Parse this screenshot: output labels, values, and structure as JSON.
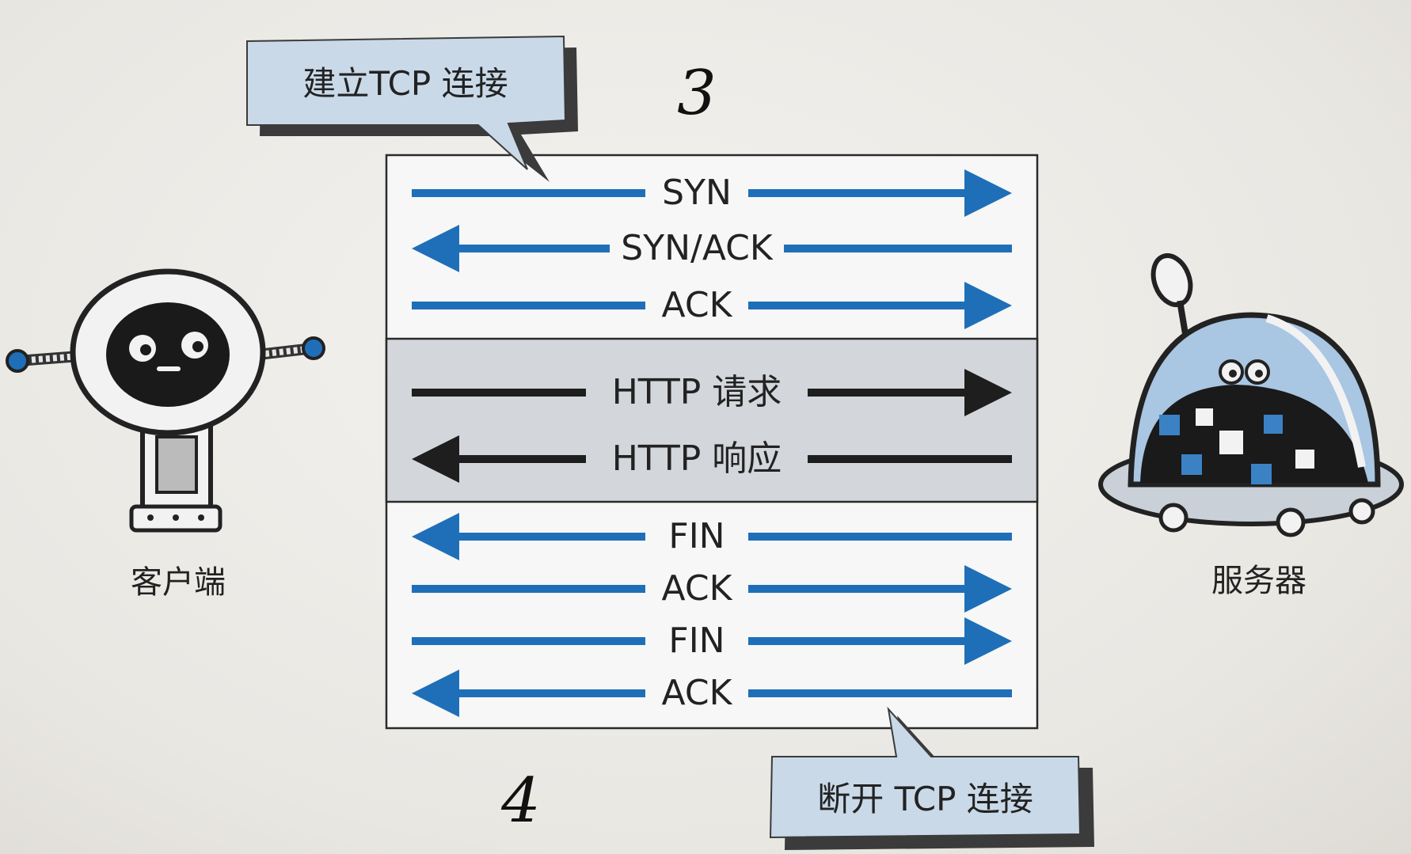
{
  "callouts": {
    "establish": "建立TCP 连接",
    "close": "断开 TCP 连接"
  },
  "actors": {
    "client": "客户端",
    "server": "服务器"
  },
  "handwriting": {
    "top": "3",
    "bottom": "4"
  },
  "messages": [
    {
      "label": "SYN",
      "direction": "to-server",
      "section": "handshake"
    },
    {
      "label": "SYN/ACK",
      "direction": "to-client",
      "section": "handshake"
    },
    {
      "label": "ACK",
      "direction": "to-server",
      "section": "handshake"
    },
    {
      "label": "HTTP 请求",
      "direction": "to-server",
      "section": "http"
    },
    {
      "label": "HTTP 响应",
      "direction": "to-client",
      "section": "http"
    },
    {
      "label": "FIN",
      "direction": "to-client",
      "section": "teardown"
    },
    {
      "label": "ACK",
      "direction": "to-server",
      "section": "teardown"
    },
    {
      "label": "FIN",
      "direction": "to-server",
      "section": "teardown"
    },
    {
      "label": "ACK",
      "direction": "to-client",
      "section": "teardown"
    }
  ],
  "colors": {
    "tcp_arrow": "#1f6fb8",
    "http_arrow": "#1e1e1e",
    "callout_fill": "#c9d9e8",
    "http_band": "#d3d6da",
    "server_dome": "#a9c6e3"
  }
}
